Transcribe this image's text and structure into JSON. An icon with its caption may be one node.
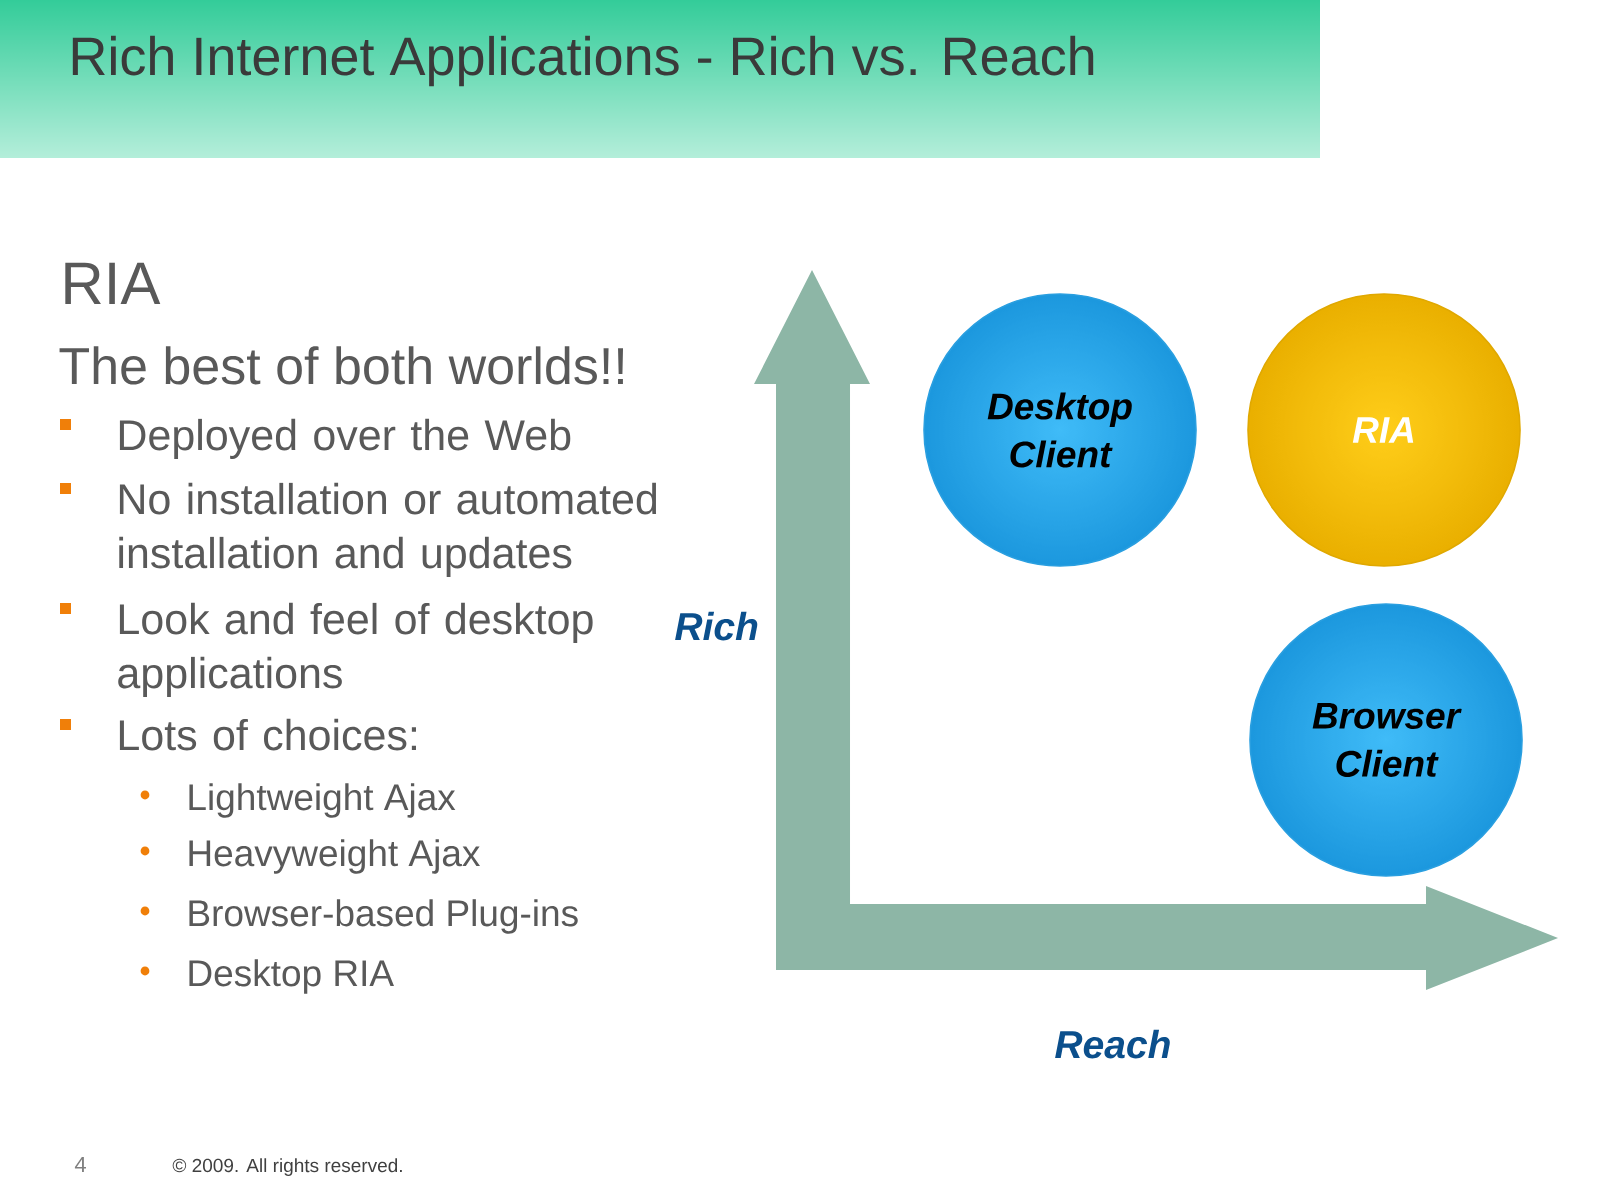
{
  "diagram": {
    "title": "Rich Internet Applications - Rich vs. Reach",
    "nodes": [
      {
        "text": [
          "Desktop Client"
        ]
      },
      {
        "text": [
          "RIA"
        ]
      },
      {
        "text": [
          "Browser Client"
        ]
      }
    ],
    "labels": [
      "RIA",
      "The best of both worlds!!",
      "Deployed over the Web",
      "No installation or automated installation and updates",
      "Look and feel of desktop applications",
      "Lots of choices:",
      "Lightweight Ajax",
      "Heavyweight Ajax",
      "Browser-based Plug-ins",
      "Desktop RIA",
      "Rich",
      "Reach",
      "4",
      "© 2009. All rights reserved."
    ]
  }
}
